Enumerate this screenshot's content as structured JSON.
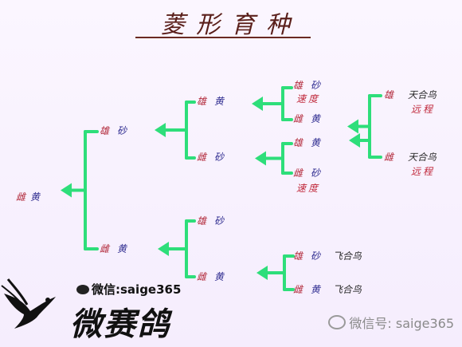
{
  "title": "菱形育种",
  "nodes": {
    "root": {
      "sex": "雌",
      "color": "黄"
    },
    "sire": {
      "sex": "雄",
      "color": "砂"
    },
    "dam": {
      "sex": "雌",
      "color": "黄"
    },
    "ss": {
      "sex": "雄",
      "color": "黄"
    },
    "sd": {
      "sex": "雌",
      "color": "砂"
    },
    "ds": {
      "sex": "雄",
      "color": "砂"
    },
    "dd": {
      "sex": "雌",
      "color": "黄"
    },
    "g3_1": {
      "sex": "雄",
      "color": "砂",
      "trait": "速度"
    },
    "g3_2": {
      "sex": "雌",
      "color": "黄"
    },
    "g3_3": {
      "sex": "雄",
      "color": "黄"
    },
    "g3_4": {
      "sex": "雌",
      "color": "砂",
      "trait": "速度"
    },
    "g3_5": {
      "sex": "雄",
      "color": "砂",
      "note": "飞合鸟"
    },
    "g3_6": {
      "sex": "雌",
      "color": "黄",
      "note": "飞合鸟"
    },
    "g4_1": {
      "sex": "雄",
      "name": "天合鸟",
      "trait": "远程"
    },
    "g4_2": {
      "sex": "雌",
      "name": "天合鸟",
      "trait": "远程"
    }
  },
  "watermark": {
    "account": "微信:saige365",
    "brand": "微赛鸽",
    "account2": "微信号: saige365"
  },
  "colors": {
    "connector": "#2ede7a",
    "sex": "#b2293a",
    "color_word": "#2d2a8f",
    "background": "#f5edfd"
  }
}
